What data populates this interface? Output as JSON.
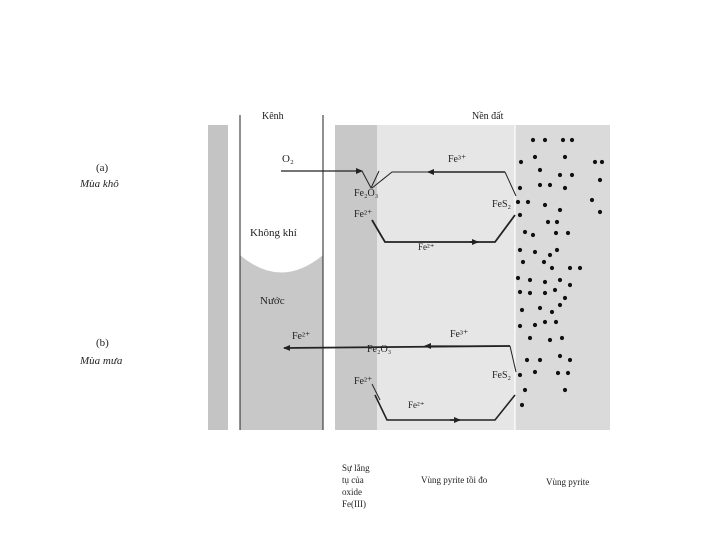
{
  "header": {
    "channel": "Kênh",
    "ground": "Nền đất"
  },
  "cases": {
    "a": {
      "id": "(a)",
      "season": "Mùa khô"
    },
    "b": {
      "id": "(b)",
      "season": "Mùa mưa"
    }
  },
  "channel": {
    "air": "Không khí",
    "water": "Nước"
  },
  "species": {
    "o2": "O₂",
    "fe3_top": "Fe³⁺",
    "fe2o3_top": "Fe₂O₃",
    "fes2_top": "FeS₂",
    "fe2_top_left": "Fe²⁺",
    "fe2_top_bottom": "Fe²⁺",
    "fe2_bot_left": "Fe²⁺",
    "fe3_bot": "Fe³⁺",
    "fe2o3_bot": "Fe₂O₃",
    "fes2_bot": "FeS₂",
    "fe2_bot_left2": "Fe²⁺",
    "fe2_bot_bottom": "Fe²⁺"
  },
  "footer": {
    "oxide": "Sự lắng\ntụ của\noxide\nFe(III)",
    "pyrite_oxidized": "Vùng pyrite tồi đo",
    "pyrite_zone": "Vùng pyrite"
  },
  "colors": {
    "wall": "#c4c4c4",
    "oxide_zone": "#c8c8c8",
    "oxidized_zone": "#e6e6e6",
    "pyrite_zone": "#dadada",
    "water": "#c8c8c8",
    "ink": "#222222"
  }
}
